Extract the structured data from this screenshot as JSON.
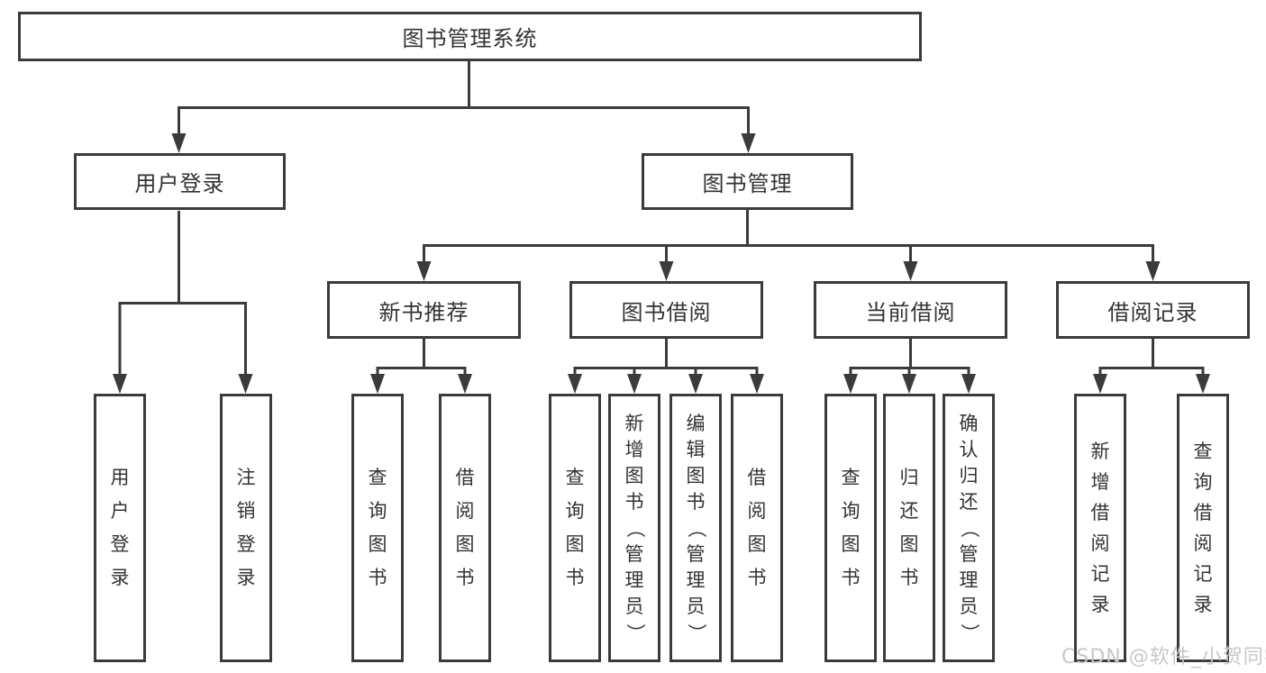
{
  "diagram": {
    "root": {
      "label": "图书管理系统"
    },
    "level2": [
      {
        "label": "用户登录",
        "children": [
          "用户登录",
          "注销登录"
        ]
      },
      {
        "label": "图书管理"
      }
    ],
    "level3": [
      {
        "label": "新书推荐",
        "children": [
          "查询图书",
          "借阅图书"
        ]
      },
      {
        "label": "图书借阅",
        "children": [
          "查询图书",
          "新增图书（管理员）",
          "编辑图书（管理员）",
          "借阅图书"
        ]
      },
      {
        "label": "当前借阅",
        "children": [
          "查询图书",
          "归还图书",
          "确认归还（管理员）"
        ]
      },
      {
        "label": "借阅记录",
        "children": [
          "新增借阅记录",
          "查询借阅记录"
        ]
      }
    ]
  },
  "watermark": "CSDN @软件_小贺同学",
  "colors": {
    "line": "#3b3b3b",
    "text": "#333333",
    "watermark": "#c8c8c8",
    "background": "#ffffff"
  }
}
